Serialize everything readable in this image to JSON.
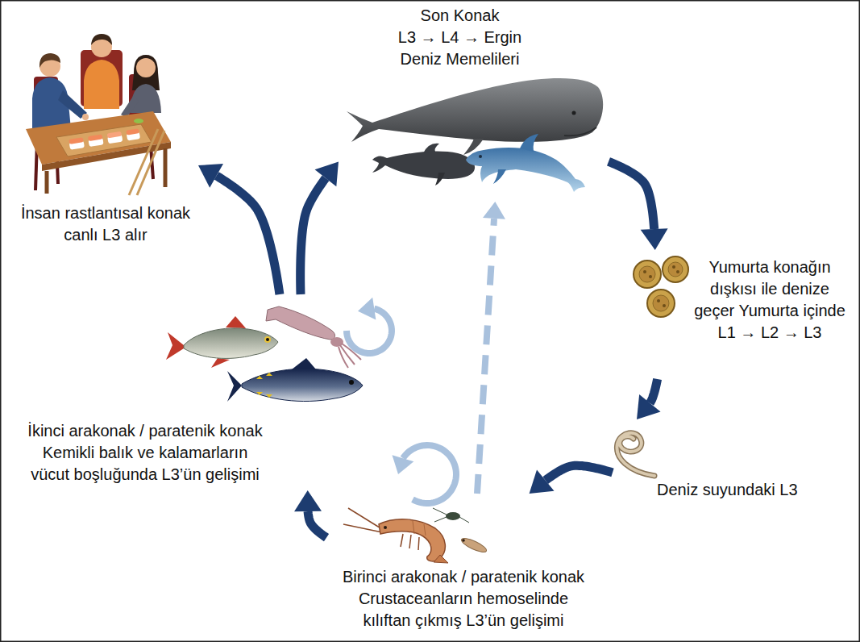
{
  "diagram": {
    "nodes": [
      {
        "text": [
          "Son Konak",
          "L3 → L4 → Ergin Deniz Memelileri"
        ]
      },
      {
        "text": [
          "İnsan rastlantısal konak canlı L3 alır"
        ]
      },
      {
        "text": [
          "Yumurta konağın dışkısı ile denize geçer Yumurta içinde L1 → L2 → L3"
        ]
      },
      {
        "text": [
          "İkinci arakonak / paratenik konak Kemikli balık ve kalamarların vücut boşluğunda L3’ün gelişimi"
        ]
      },
      {
        "text": [
          "Deniz suyundaki L3"
        ]
      },
      {
        "text": [
          "Birinci arakonak / paratenik konak Crustaceanların hemoselinde kılıftan çıkmış L3’ün gelişimi"
        ]
      }
    ],
    "edges": [
      {
        "from": 0,
        "to": 2,
        "arrow": "to"
      },
      {
        "from": 2,
        "to": 4,
        "arrow": "to"
      },
      {
        "from": 4,
        "to": 5,
        "arrow": "to"
      },
      {
        "from": 5,
        "to": 3,
        "arrow": "to"
      },
      {
        "from": 3,
        "to": 1,
        "arrow": "to"
      },
      {
        "from": 3,
        "to": 0,
        "arrow": "to"
      },
      {
        "from": 5,
        "to": 0,
        "arrow": "to"
      },
      {
        "from": 5,
        "to": 5,
        "arrow": "to"
      },
      {
        "from": 3,
        "to": 3,
        "arrow": "to"
      }
    ]
  }
}
